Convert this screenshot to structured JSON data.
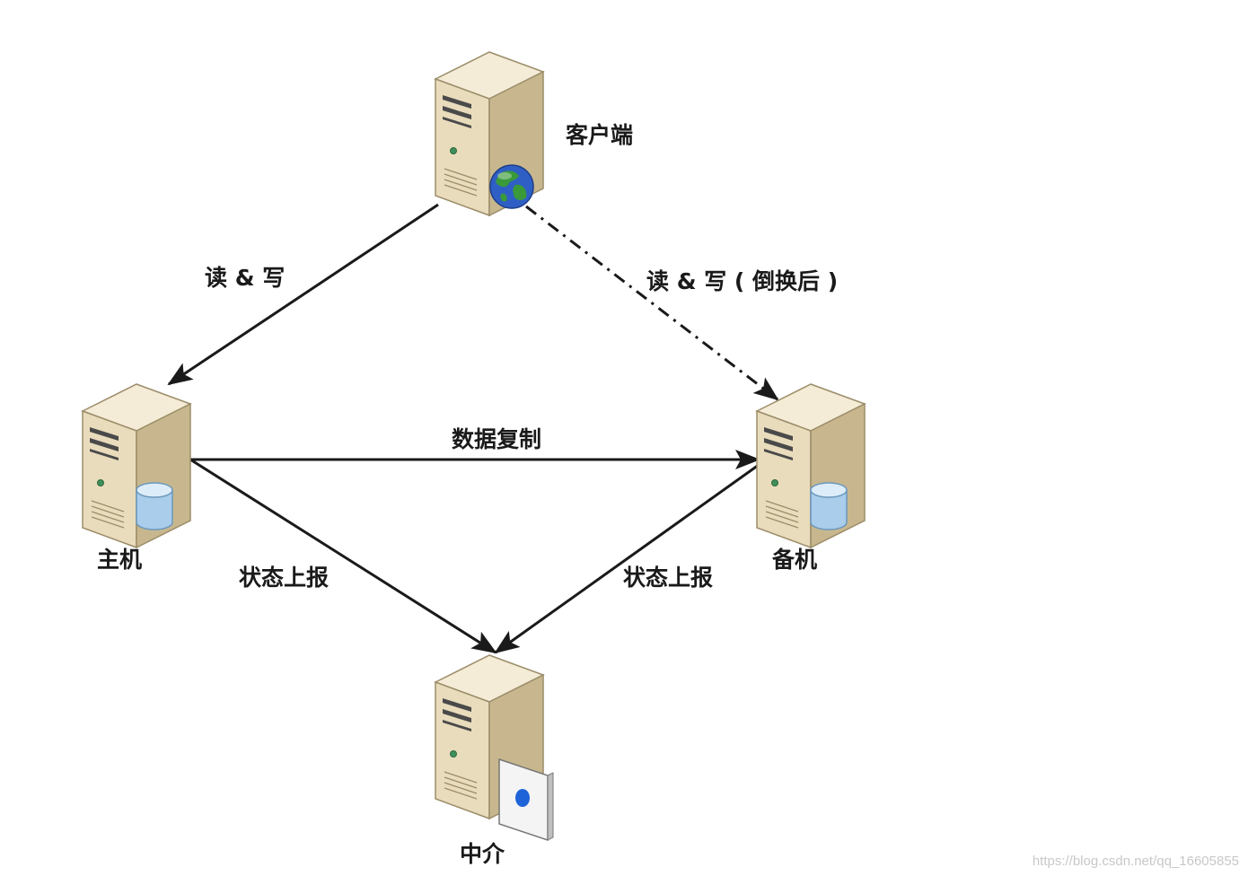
{
  "nodes": {
    "client": {
      "label": "客户端"
    },
    "master": {
      "label": "主机"
    },
    "standby": {
      "label": "备机"
    },
    "broker": {
      "label": "中介"
    }
  },
  "edges": {
    "client_to_master": {
      "label": "读 & 写"
    },
    "client_to_standby": {
      "label": "读 & 写 ( 倒换后 )"
    },
    "replication": {
      "label": "数据复制"
    },
    "master_status": {
      "label": "状态上报"
    },
    "standby_status": {
      "label": "状态上报"
    }
  },
  "watermark": "https://blog.csdn.net/qq_16605855",
  "colors": {
    "line": "#1a1a1a",
    "server_body": "#e9dcbc",
    "database": "#a9cdea",
    "globe_ocean": "#2f5fc4",
    "globe_land": "#3a9a3a",
    "badge_dot": "#1f63d8"
  }
}
